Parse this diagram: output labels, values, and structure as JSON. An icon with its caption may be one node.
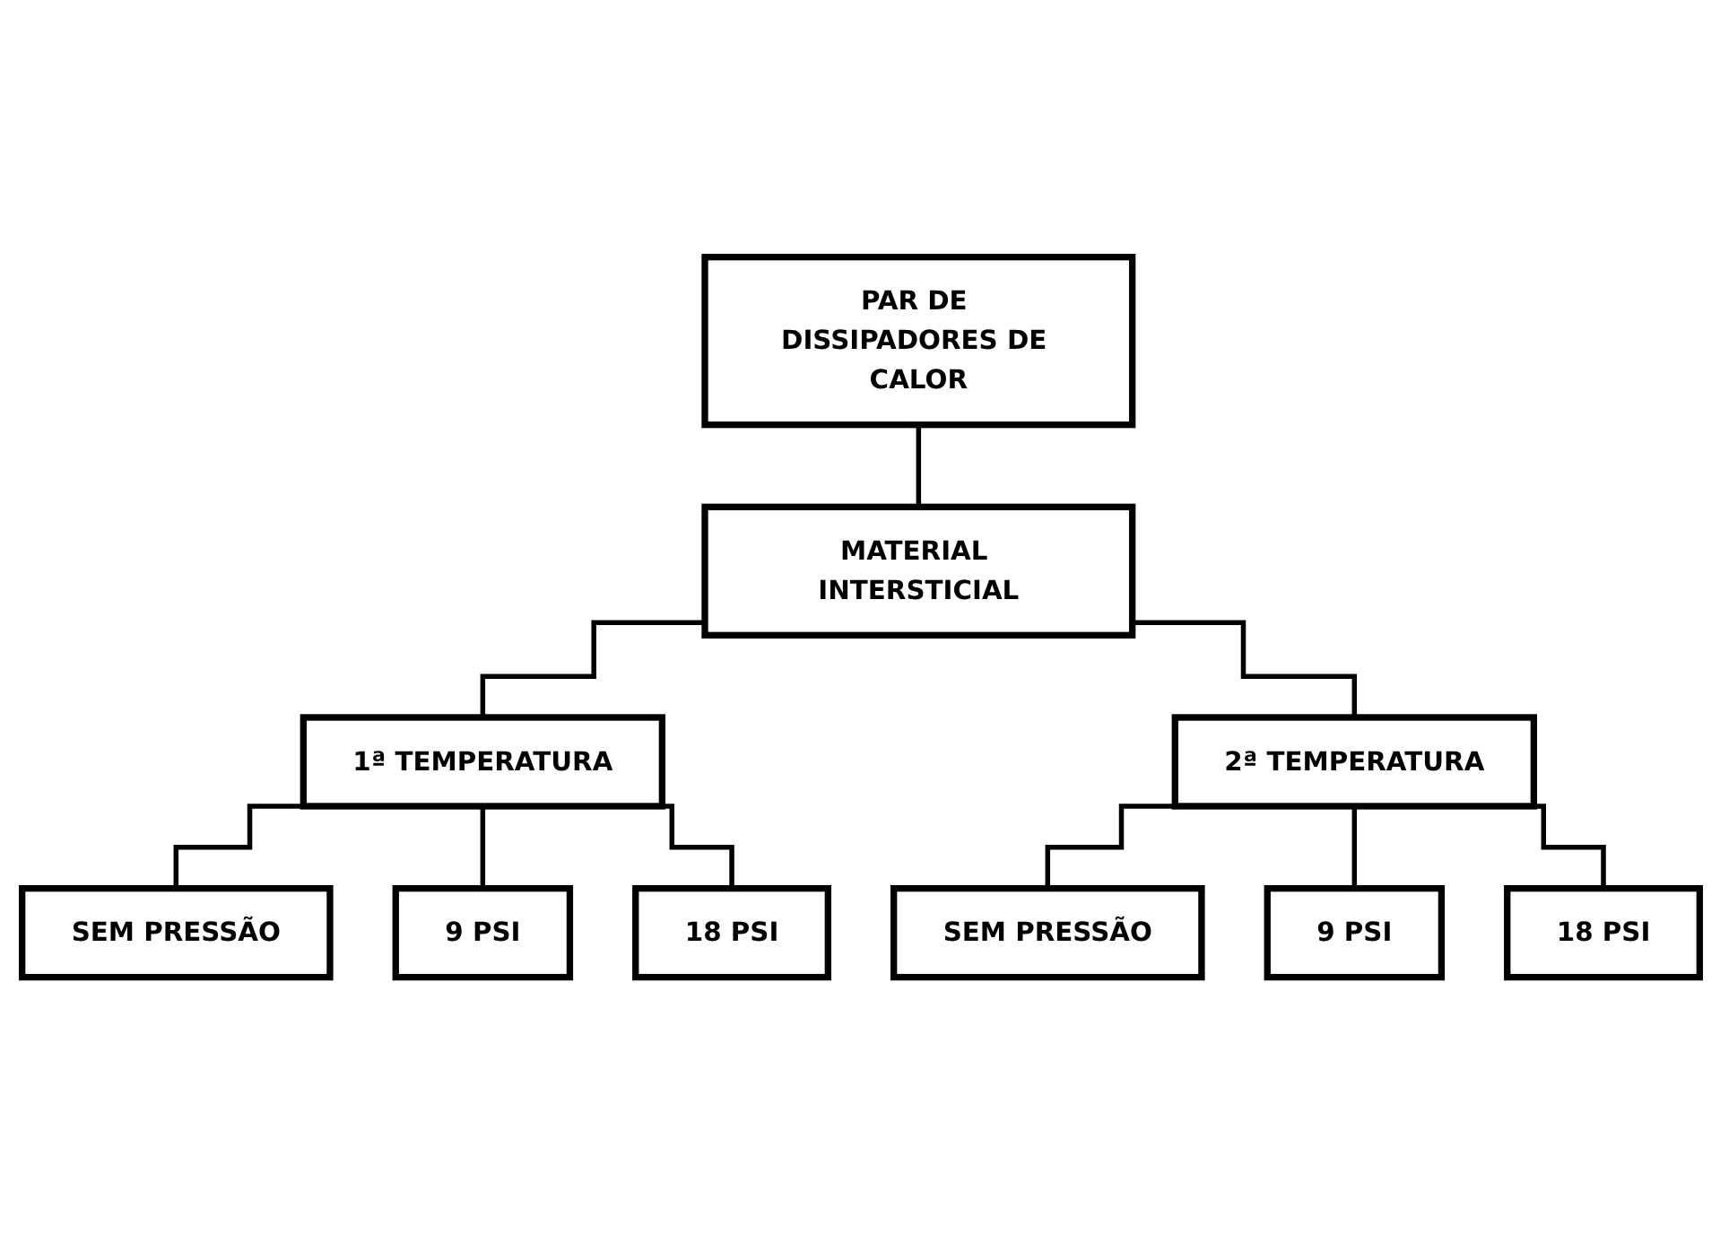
{
  "diagram": {
    "nodes": [
      {
        "text": [
          "PAR DE DISSIPADORES DE CALOR"
        ]
      },
      {
        "text": [
          "MATERIAL INTERSTICIAL"
        ]
      },
      {
        "text": [
          "1ª TEMPERATURA"
        ]
      },
      {
        "text": [
          "2ª TEMPERATURA"
        ]
      },
      {
        "text": [
          "SEM PRESSÃO"
        ]
      },
      {
        "text": [
          "9 PSI"
        ]
      },
      {
        "text": [
          "18 PSI"
        ]
      },
      {
        "text": [
          "SEM PRESSÃO"
        ]
      },
      {
        "text": [
          "9 PSI"
        ]
      },
      {
        "text": [
          "18 PSI"
        ]
      }
    ],
    "edges": [
      {
        "from": 0,
        "to": 1,
        "arrow": "none"
      },
      {
        "from": 1,
        "to": 2,
        "arrow": "none"
      },
      {
        "from": 1,
        "to": 3,
        "arrow": "none"
      },
      {
        "from": 2,
        "to": 4,
        "arrow": "none"
      },
      {
        "from": 2,
        "to": 5,
        "arrow": "none"
      },
      {
        "from": 2,
        "to": 6,
        "arrow": "none"
      },
      {
        "from": 3,
        "to": 7,
        "arrow": "none"
      },
      {
        "from": 3,
        "to": 8,
        "arrow": "none"
      },
      {
        "from": 3,
        "to": 9,
        "arrow": "none"
      }
    ]
  }
}
